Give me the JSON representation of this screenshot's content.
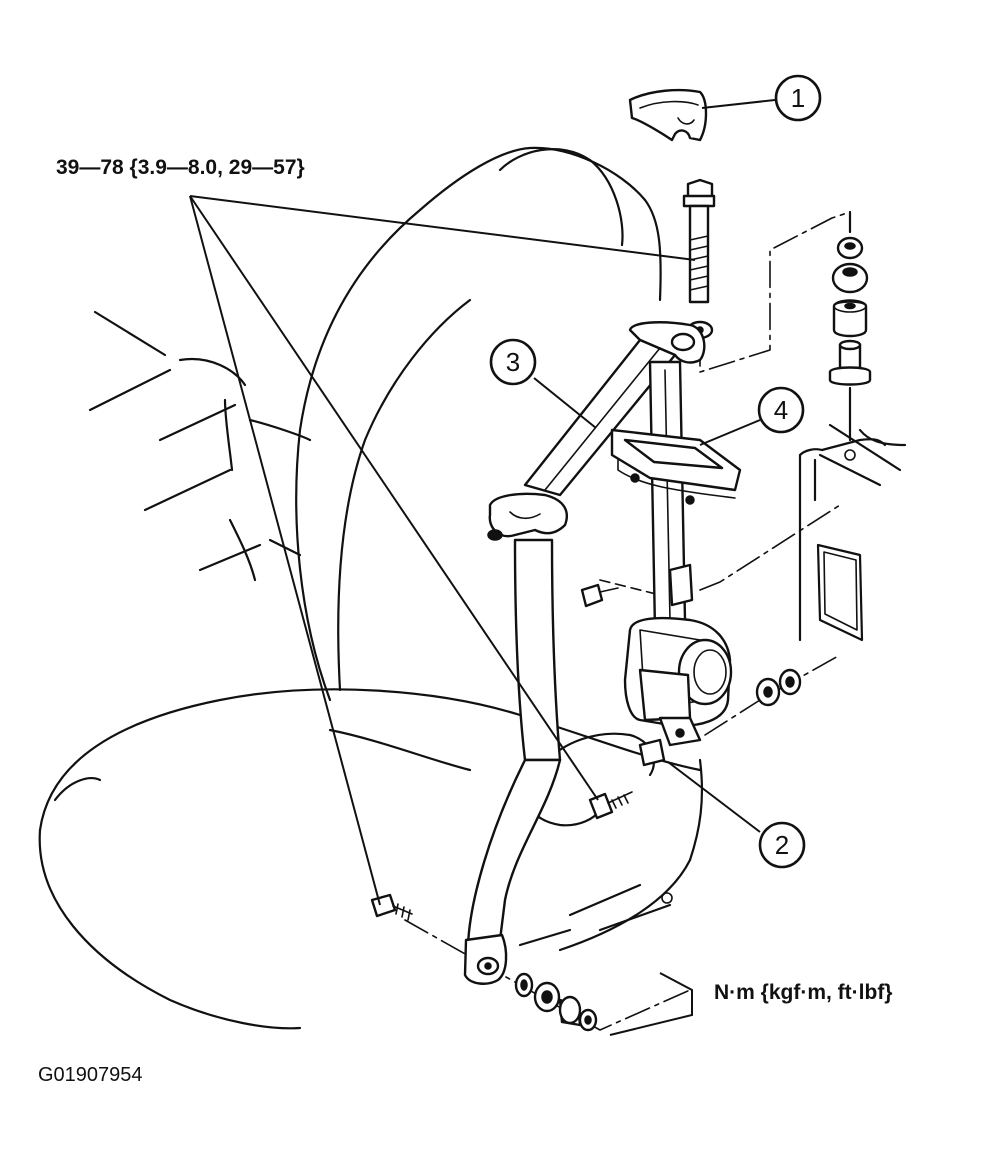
{
  "torque_spec": "39—78 {3.9—8.0, 29—57}",
  "units_note": "N·m {kgf·m, ft·lbf}",
  "figure_id": "G01907954",
  "callouts": [
    {
      "number": "1"
    },
    {
      "number": "2"
    },
    {
      "number": "3"
    },
    {
      "number": "4"
    }
  ]
}
